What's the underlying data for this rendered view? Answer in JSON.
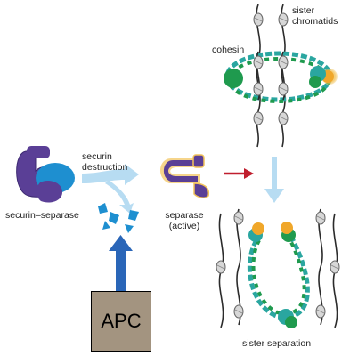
{
  "labels": {
    "sister_chromatids_line1": "sister",
    "sister_chromatids_line2": "chromatids",
    "cohesin": "cohesin",
    "securin_destruction_line1": "securin",
    "securin_destruction_line2": "destruction",
    "securin_separase": "securin–separase",
    "separase_line1": "separase",
    "separase_line2": "(active)",
    "apc": "APC",
    "sister_separation": "sister separation"
  },
  "colors": {
    "purple": "#5a3f96",
    "blue": "#1e8fd0",
    "light_blue_arrow": "#b7dcf2",
    "dark_blue_arrow": "#2a66b8",
    "red_arrow": "#c01e2e",
    "green": "#1f9a4e",
    "teal": "#2aa6a0",
    "orange": "#f0a72a",
    "apc_box": "#a39480"
  }
}
